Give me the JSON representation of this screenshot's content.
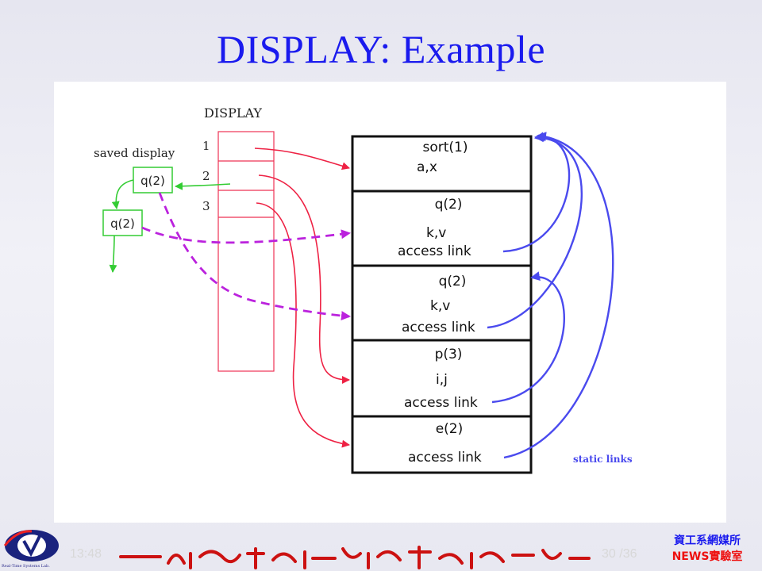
{
  "slide": {
    "title": "DISPLAY: Example"
  },
  "diagram": {
    "display_label": "DISPLAY",
    "display_rows": [
      "1",
      "2",
      "3"
    ],
    "saved_display_label": "saved display",
    "saved_boxes": [
      "q(2)",
      "q(2)"
    ],
    "static_links_label": "static links",
    "stack_frames": [
      {
        "name": "sort(1)",
        "vars": "a,x",
        "access": ""
      },
      {
        "name": "q(2)",
        "vars": "k,v",
        "access": "access link"
      },
      {
        "name": "q(2)",
        "vars": "k,v",
        "access": "access link"
      },
      {
        "name": "p(3)",
        "vars": "i,j",
        "access": "access link"
      },
      {
        "name": "e(2)",
        "vars": "",
        "access": "access link"
      }
    ],
    "colors": {
      "display_pointer": "#ee2244",
      "saved_display": "#33cc33",
      "saved_pointer": "#bb22dd",
      "static_link": "#4a4aee"
    }
  },
  "footer": {
    "time": "13:48",
    "page": "30 /36",
    "dept_line1": "資工系網媒所",
    "dept_line2": "NEWS實驗室",
    "logo_caption": "Real-Time Systems Lab."
  }
}
